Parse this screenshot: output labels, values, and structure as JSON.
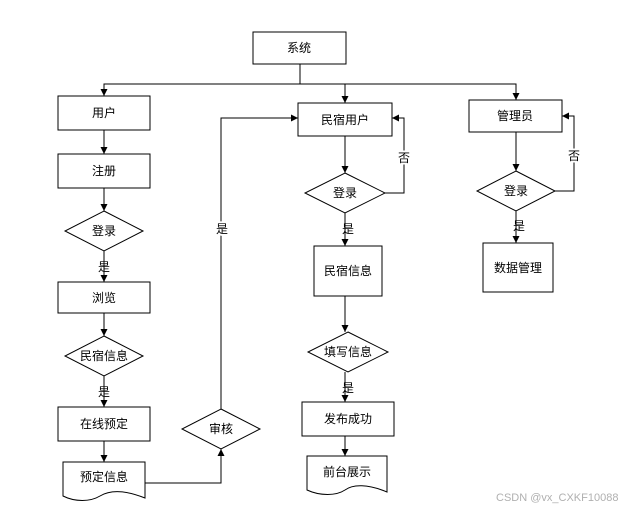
{
  "nodes": {
    "system": "系统",
    "user": "用户",
    "register": "注册",
    "user_login": "登录",
    "browse": "浏览",
    "homestay_info_check": "民宿信息",
    "online_booking": "在线预定",
    "booking_info": "预定信息",
    "review": "审核",
    "host_user": "民宿用户",
    "host_login": "登录",
    "homestay_info": "民宿信息",
    "fill_info": "填写信息",
    "publish_success": "发布成功",
    "frontend_display": "前台展示",
    "admin": "管理员",
    "admin_login": "登录",
    "data_management": "数据管理"
  },
  "edge_labels": {
    "user_login_yes": "是",
    "homestay_info_check_yes": "是",
    "review_yes": "是",
    "host_login_yes": "是",
    "host_login_no": "否",
    "fill_info_yes": "是",
    "admin_login_yes": "是",
    "admin_login_no": "否"
  },
  "watermark": "CSDN @vx_CXKF10088"
}
